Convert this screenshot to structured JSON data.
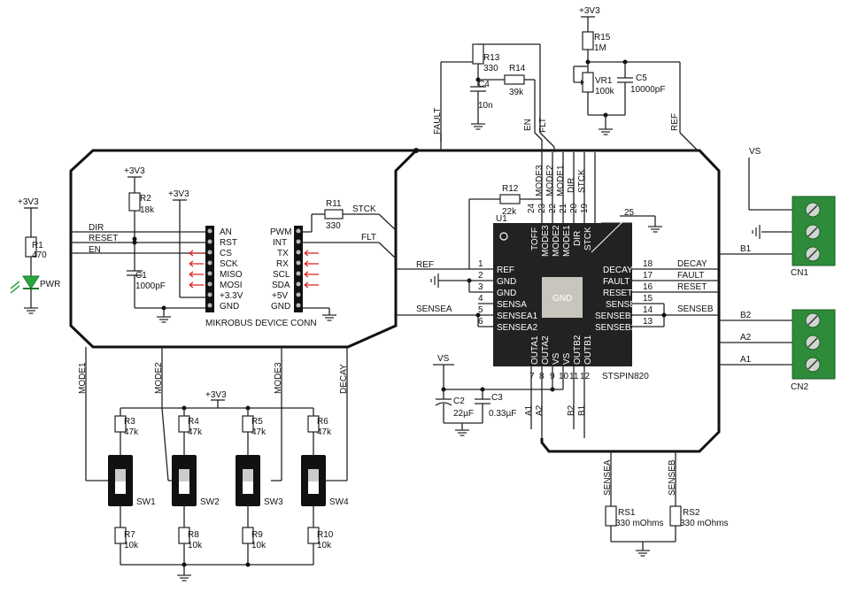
{
  "chip": {
    "name": "U1",
    "part": "STSPIN820",
    "center": "GND",
    "pins_left": [
      {
        "num": "1",
        "name": "REF"
      },
      {
        "num": "2",
        "name": "GND"
      },
      {
        "num": "3",
        "name": "GND"
      },
      {
        "num": "4",
        "name": "SENSA"
      },
      {
        "num": "5",
        "name": "SENSEA1"
      },
      {
        "num": "6",
        "name": "SENSEA2"
      }
    ],
    "pins_right": [
      {
        "num": "18",
        "name": "DECAY"
      },
      {
        "num": "17",
        "name": "FAULT"
      },
      {
        "num": "16",
        "name": "RESET"
      },
      {
        "num": "15",
        "name": "SENSB"
      },
      {
        "num": "14",
        "name": "SENSEB1"
      },
      {
        "num": "13",
        "name": "SENSEB2"
      }
    ],
    "pins_top": [
      {
        "num": "24",
        "name": "TOFF"
      },
      {
        "num": "23",
        "name": "MODE3"
      },
      {
        "num": "22",
        "name": "MODE2"
      },
      {
        "num": "21",
        "name": "MODE1"
      },
      {
        "num": "20",
        "name": "DIR"
      },
      {
        "num": "19",
        "name": "STCK"
      }
    ],
    "pin25": "25",
    "pins_bottom": [
      {
        "num": "7",
        "name": "OUTA1"
      },
      {
        "num": "8",
        "name": "OUTA2"
      },
      {
        "num": "9",
        "name": "VS"
      },
      {
        "num": "10",
        "name": "VS"
      },
      {
        "num": "11",
        "name": "OUTB2"
      },
      {
        "num": "12",
        "name": "OUTB1"
      }
    ]
  },
  "mikrobus": {
    "title": "MIKROBUS DEVICE CONN",
    "left_pins": [
      "AN",
      "RST",
      "CS",
      "SCK",
      "MISO",
      "MOSI",
      "+3.3V",
      "GND"
    ],
    "right_pins": [
      "PWM",
      "INT",
      "TX",
      "RX",
      "SCL",
      "SDA",
      "+5V",
      "GND"
    ]
  },
  "power_led": {
    "supply": "+3V3",
    "r_name": "R1",
    "r_value": "470",
    "led_label": "PWR"
  },
  "left_net": {
    "supply": "+3V3",
    "r_name": "R2",
    "r_value": "18k",
    "c_name": "C1",
    "c_value": "1000pF",
    "supply2": "+3V3"
  },
  "bus_signals": {
    "dir": "DIR",
    "reset": "RESET",
    "en": "EN"
  },
  "r11": {
    "name": "R11",
    "value": "330",
    "net_in": "STCK",
    "net_flt": "FLT"
  },
  "top_net": {
    "r13_name": "R13",
    "r13_value": "330",
    "c4_name": "C4",
    "c4_value": "10n",
    "r14_name": "R14",
    "r14_value": "39k",
    "fault": "FAULT",
    "en": "EN",
    "flt": "FLT",
    "supply": "+3V3",
    "r15_name": "R15",
    "r15_value": "1M",
    "vr1_name": "VR1",
    "vr1_value": "100k",
    "c5_name": "C5",
    "c5_value": "10000pF",
    "ref": "REF"
  },
  "r12": {
    "name": "R12",
    "value": "22k"
  },
  "nets": {
    "ref": "REF",
    "sensea": "SENSEA",
    "decay": "DECAY",
    "fault": "FAULT",
    "reset": "RESET",
    "senseb": "SENSEB",
    "vs": "VS",
    "b1": "B1",
    "b2": "B2",
    "a2": "A2",
    "a1": "A1",
    "mode1": "MODE1",
    "mode2": "MODE2",
    "mode3": "MODE3"
  },
  "cn": {
    "cn1": "CN1",
    "cn2": "CN2",
    "color": "#2e8b3a"
  },
  "caps_vs": {
    "vs": "VS",
    "c2_name": "C2",
    "c2_value": "22µF",
    "c3_name": "C3",
    "c3_value": "0.33µF"
  },
  "switches": {
    "supply": "+3V3",
    "pull_up": [
      {
        "name": "R3",
        "value": "47k"
      },
      {
        "name": "R4",
        "value": "47k"
      },
      {
        "name": "R5",
        "value": "47k"
      },
      {
        "name": "R6",
        "value": "47k"
      }
    ],
    "sw": [
      "SW1",
      "SW2",
      "SW3",
      "SW4"
    ],
    "pull_down": [
      {
        "name": "R7",
        "value": "10k"
      },
      {
        "name": "R8",
        "value": "10k"
      },
      {
        "name": "R9",
        "value": "10k"
      },
      {
        "name": "R10",
        "value": "10k"
      }
    ],
    "net_labels": [
      "MODE1",
      "MODE2",
      "MODE3",
      "DECAY"
    ]
  },
  "sense": {
    "sensea": "SENSEA",
    "senseb": "SENSEB",
    "rs1_name": "RS1",
    "rs1_value": "330 mOhms",
    "rs2_name": "RS2",
    "rs2_value": "330 mOhms"
  }
}
